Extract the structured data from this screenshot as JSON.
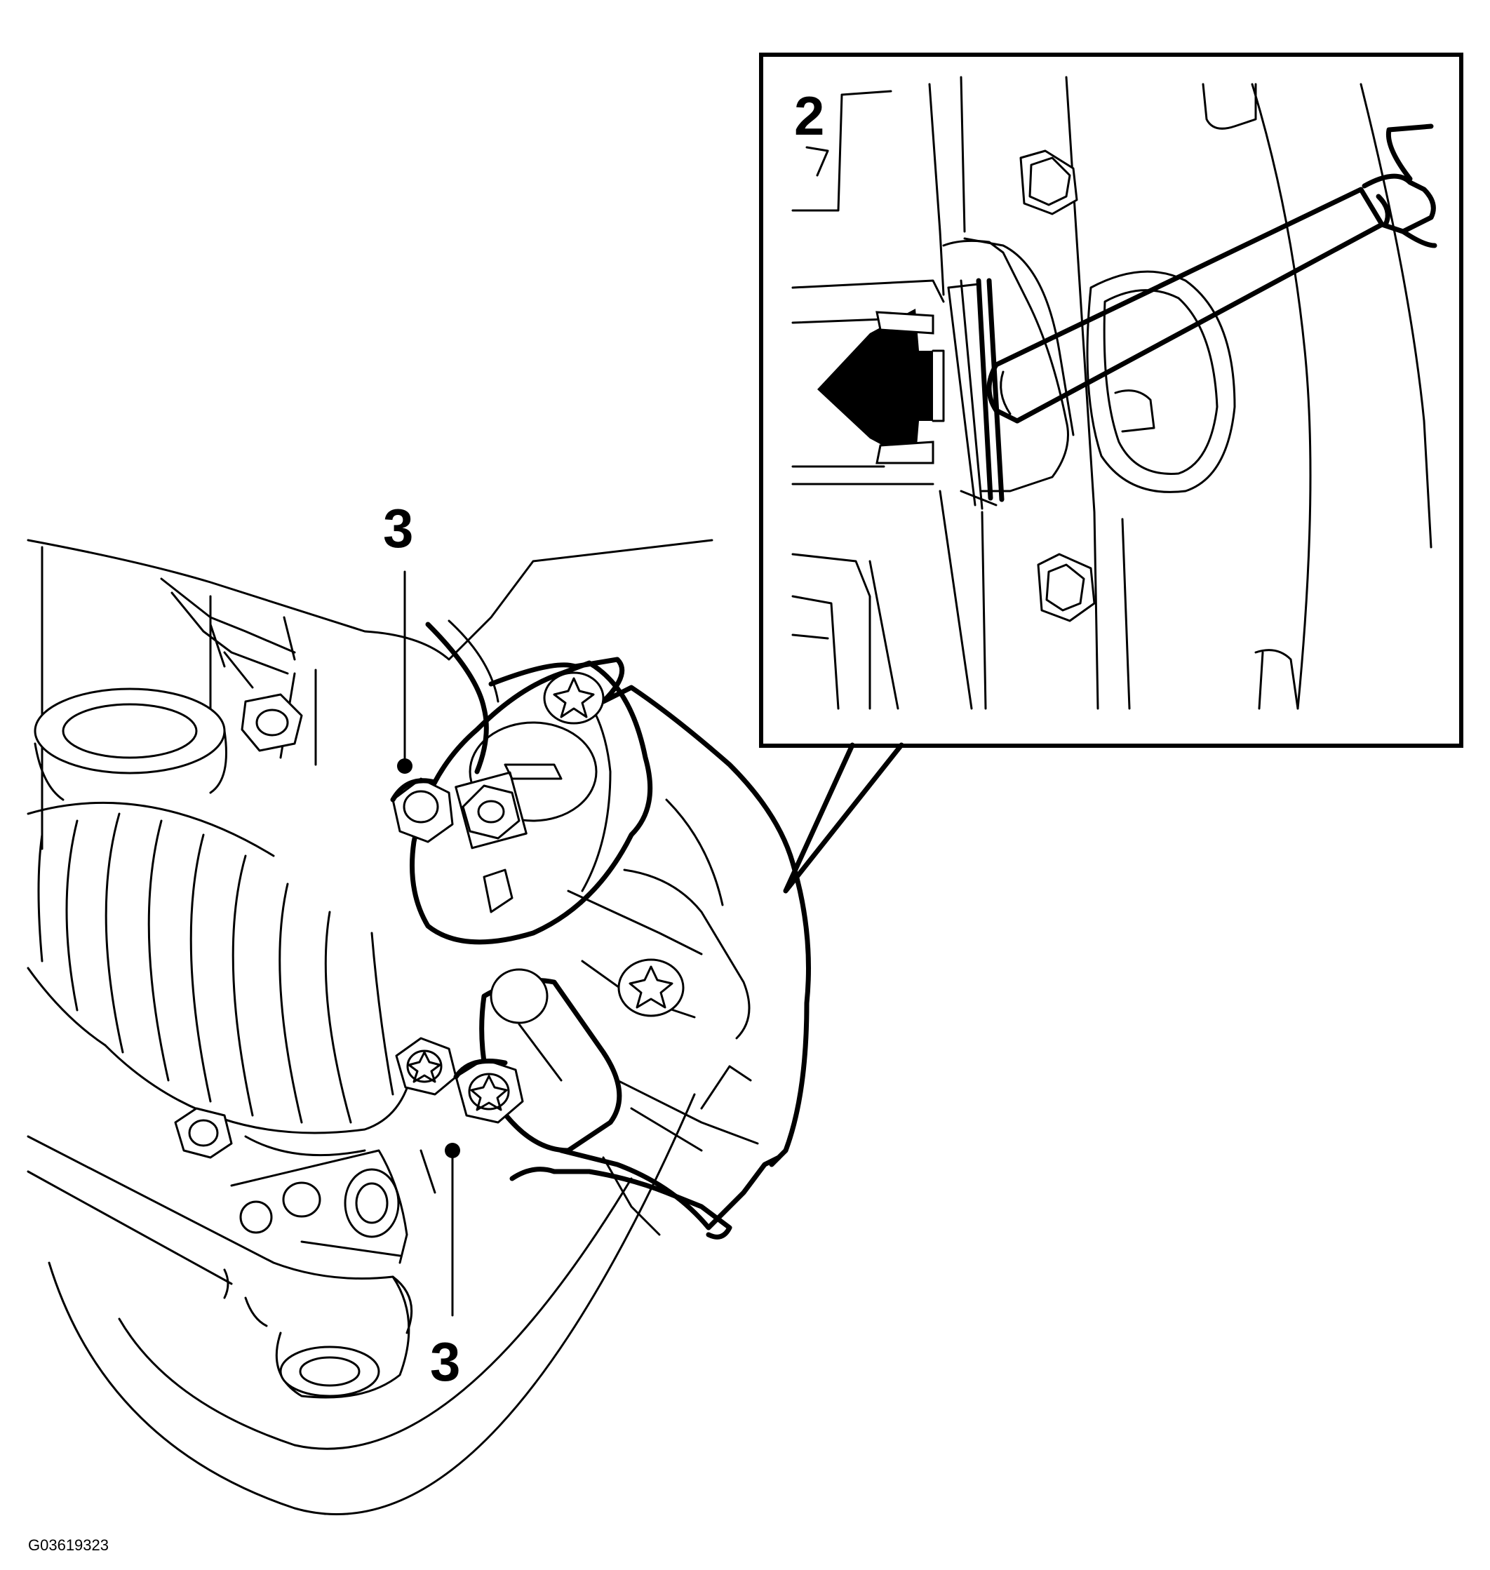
{
  "figure": {
    "id_label": "G03619323",
    "callouts": {
      "inset_number": "2",
      "upper_bolt": "3",
      "lower_bolt": "3"
    },
    "colors": {
      "line": "#000000",
      "background": "#ffffff"
    }
  }
}
